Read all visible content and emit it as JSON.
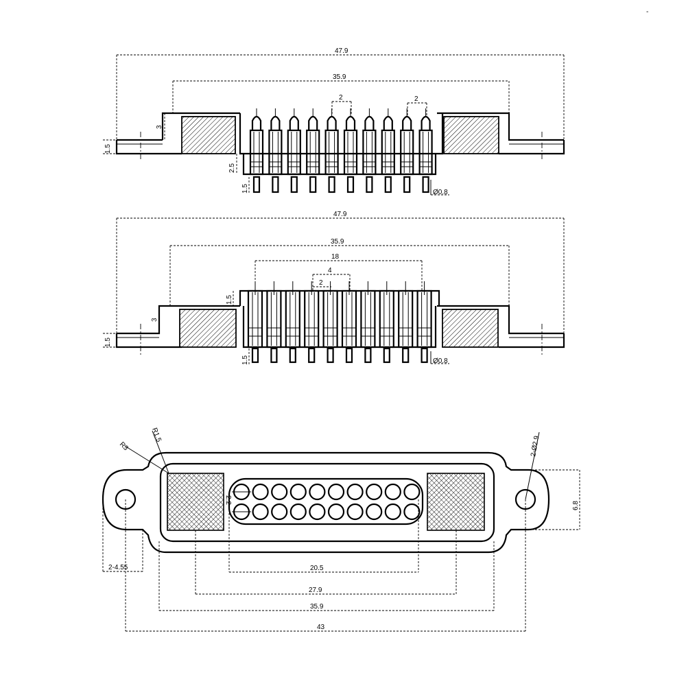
{
  "corner_mark": "-",
  "views": {
    "front_view": {
      "overall_width": "47.9",
      "flange_spacing": "35.9",
      "pin_pitch": "2",
      "pin_pitch_2": "2",
      "flange_step": "3",
      "tab_thickness": "1.5",
      "body_height": "2.5",
      "tail_length": "1.5",
      "pin_diameter": "Ø0.8"
    },
    "side_view": {
      "overall_width": "47.9",
      "flange_spacing": "35.9",
      "pin_span": "18",
      "double_pitch": "4",
      "pin_pitch": "2",
      "top_offset": "1.5",
      "flange_step": "3",
      "tab_thickness": "1.5",
      "tail_length": "1.5",
      "pin_diameter": "Ø0.8"
    },
    "top_view": {
      "outer_radius": "R3",
      "inner_radius": "R1.5",
      "hole_diameter": "2-Ø2.9",
      "hole_offset": "2-4.55",
      "flange_height": "6.8",
      "row_pitch": "2.2",
      "pin_field_width": "20.5",
      "pad_spacing": "27.9",
      "body_width": "35.9",
      "hole_spacing": "43"
    }
  },
  "styles": {
    "line_color": "#000000",
    "background": "#ffffff"
  }
}
